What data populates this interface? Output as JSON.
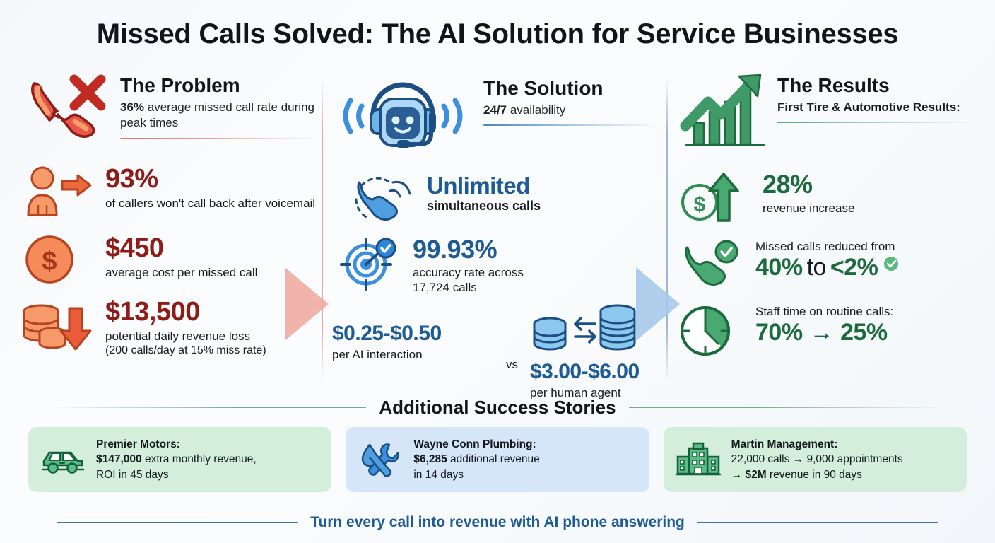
{
  "title": "Missed Calls Solved: The AI Solution for Service Businesses",
  "columns": {
    "problem": {
      "heading": "The Problem",
      "sub_strong": "36%",
      "sub_rest": " average missed call rate during peak times",
      "stats": [
        {
          "value": "93%",
          "desc": "of callers won't call back after voicemail",
          "icon": "person-arrow-icon"
        },
        {
          "value": "$450",
          "desc": "average cost per missed call",
          "icon": "dollar-coin-icon"
        },
        {
          "value": "$13,500",
          "desc": "potential daily revenue loss",
          "desc2": "(200 calls/day at 15% miss rate)",
          "icon": "coins-down-arrow-icon"
        }
      ],
      "header_icon": "broken-phone-x-icon",
      "accent": "#8e1c17"
    },
    "solution": {
      "heading": "The Solution",
      "sub_strong": "24/7",
      "sub_rest": " availability",
      "header_icon": "ai-robot-headset-icon",
      "unlimited": {
        "value": "Unlimited",
        "desc": "simultaneous calls",
        "icon": "multi-call-phone-icon"
      },
      "accuracy": {
        "value": "99.93%",
        "desc": "accuracy rate across",
        "desc2": "17,724 calls",
        "icon": "target-check-icon"
      },
      "cost": {
        "ai_price": "$0.25-$0.50",
        "ai_label": "per AI interaction",
        "vs": "vs",
        "human_price": "$3.00-$6.00",
        "human_label": "per human agent",
        "icon": "coin-stacks-exchange-icon"
      },
      "accent": "#1d5a96"
    },
    "results": {
      "heading": "The Results",
      "sub_strong": "First Tire & Automotive Results:",
      "header_icon": "growth-chart-arrow-icon",
      "stats": [
        {
          "value": "28%",
          "desc": "revenue increase",
          "icon": "dollar-up-arrow-icon"
        }
      ],
      "missed": {
        "label": "Missed calls reduced from",
        "from": "40%",
        "mid": " to ",
        "to": "<2%",
        "icon": "phone-check-icon",
        "badge_icon": "check-badge-icon"
      },
      "stafftime": {
        "label": "Staff time on routine calls:",
        "from": "70%",
        "arrow": "→",
        "to": "25%",
        "icon": "clock-icon"
      },
      "accent": "#1d6b3d"
    }
  },
  "success": {
    "heading": "Additional Success Stories",
    "cards": [
      {
        "name": "Premier Motors:",
        "line1_strong": "$147,000",
        "line1_rest": " extra monthly revenue,",
        "line2": "ROI in 45 days",
        "icon": "car-icon",
        "bg": "#d3efdb"
      },
      {
        "name": "Wayne Conn Plumbing:",
        "line1_strong": "$6,285",
        "line1_rest": " additional revenue",
        "line2": "in 14 days",
        "icon": "plumbing-tools-icon",
        "bg": "#d5e6f8"
      },
      {
        "name": "Martin Management:",
        "line1_strong": "",
        "line1_rest": "22,000 calls → 9,000 appointments",
        "line2_prefix": "→ ",
        "line2_strong": "$2M",
        "line2_rest": " revenue in 90 days",
        "icon": "building-icon",
        "bg": "#d3efdb"
      }
    ]
  },
  "footer": {
    "tagline": "Turn every call into revenue with AI phone answering",
    "color": "#1d5a96"
  }
}
